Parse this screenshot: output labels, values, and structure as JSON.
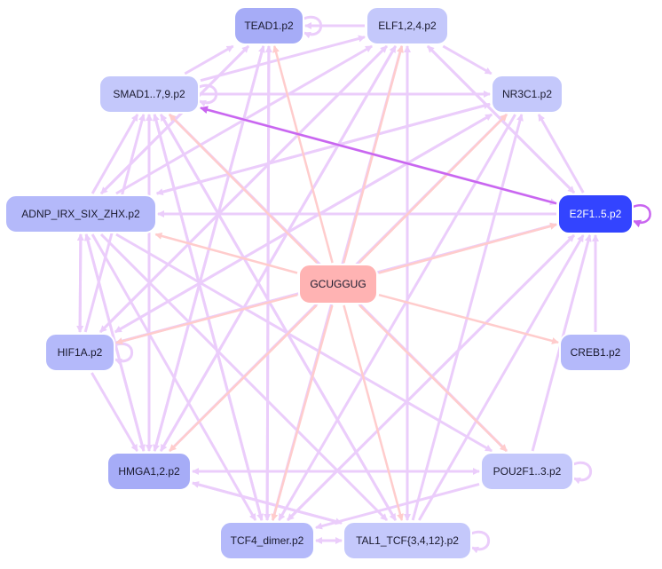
{
  "colors": {
    "center_node": "#ffb3b3",
    "target_node_light": "#c4c8fb",
    "target_node_mid": "#b4b9fa",
    "target_node_dark": "#a6acf7",
    "highlight_node": "#3344ff",
    "edge_regulatory": "#ebcdfb",
    "edge_motif": "#ffcccc",
    "edge_highlight": "#c966f0"
  },
  "nodes": [
    {
      "id": "gcuggug",
      "label": "GCUGGUG",
      "kind": "center"
    },
    {
      "id": "tead1",
      "label": "TEAD1.p2",
      "kind": "dark"
    },
    {
      "id": "elf124",
      "label": "ELF1,2,4.p2",
      "kind": "light"
    },
    {
      "id": "nr3c1",
      "label": "NR3C1.p2",
      "kind": "light"
    },
    {
      "id": "e2f15",
      "label": "E2F1..5.p2",
      "kind": "highlight"
    },
    {
      "id": "creb1",
      "label": "CREB1.p2",
      "kind": "mid"
    },
    {
      "id": "pou2f13",
      "label": "POU2F1..3.p2",
      "kind": "light"
    },
    {
      "id": "tal1",
      "label": "TAL1_TCF{3,4,12}.p2",
      "kind": "light"
    },
    {
      "id": "tcf4",
      "label": "TCF4_dimer.p2",
      "kind": "mid"
    },
    {
      "id": "hmga12",
      "label": "HMGA1,2.p2",
      "kind": "dark"
    },
    {
      "id": "hif1a",
      "label": "HIF1A.p2",
      "kind": "mid"
    },
    {
      "id": "adnp",
      "label": "ADNP_IRX_SIX_ZHX.p2",
      "kind": "mid"
    },
    {
      "id": "smad",
      "label": "SMAD1..7,9.p2",
      "kind": "light"
    }
  ],
  "edges": [
    {
      "from": "gcuggug",
      "to": "tead1",
      "kind": "motif"
    },
    {
      "from": "gcuggug",
      "to": "elf124",
      "kind": "motif"
    },
    {
      "from": "gcuggug",
      "to": "nr3c1",
      "kind": "motif"
    },
    {
      "from": "gcuggug",
      "to": "e2f15",
      "kind": "motif"
    },
    {
      "from": "gcuggug",
      "to": "creb1",
      "kind": "motif"
    },
    {
      "from": "gcuggug",
      "to": "pou2f13",
      "kind": "motif"
    },
    {
      "from": "gcuggug",
      "to": "tal1",
      "kind": "motif"
    },
    {
      "from": "gcuggug",
      "to": "tcf4",
      "kind": "motif"
    },
    {
      "from": "gcuggug",
      "to": "hmga12",
      "kind": "motif"
    },
    {
      "from": "gcuggug",
      "to": "hif1a",
      "kind": "motif"
    },
    {
      "from": "gcuggug",
      "to": "adnp",
      "kind": "motif"
    },
    {
      "from": "gcuggug",
      "to": "smad",
      "kind": "motif"
    },
    {
      "from": "e2f15",
      "to": "smad",
      "kind": "highlight"
    },
    {
      "from": "e2f15",
      "to": "e2f15",
      "kind": "highlight"
    },
    {
      "from": "tead1",
      "to": "tead1",
      "kind": "regulatory"
    },
    {
      "from": "smad",
      "to": "smad",
      "kind": "regulatory"
    },
    {
      "from": "hif1a",
      "to": "hif1a",
      "kind": "regulatory"
    },
    {
      "from": "pou2f13",
      "to": "pou2f13",
      "kind": "regulatory"
    },
    {
      "from": "tal1",
      "to": "tal1",
      "kind": "regulatory"
    },
    {
      "from": "tcf4",
      "to": "tal1",
      "kind": "regulatory"
    },
    {
      "from": "tal1",
      "to": "tcf4",
      "kind": "regulatory"
    },
    {
      "from": "elf124",
      "to": "tead1",
      "kind": "regulatory"
    },
    {
      "from": "smad",
      "to": "tead1",
      "kind": "regulatory"
    },
    {
      "from": "smad",
      "to": "elf124",
      "kind": "regulatory"
    },
    {
      "from": "adnp",
      "to": "smad",
      "kind": "regulatory"
    },
    {
      "from": "adnp",
      "to": "hif1a",
      "kind": "regulatory"
    },
    {
      "from": "adnp",
      "to": "hmga12",
      "kind": "regulatory"
    },
    {
      "from": "adnp",
      "to": "tcf4",
      "kind": "regulatory"
    },
    {
      "from": "adnp",
      "to": "tal1",
      "kind": "regulatory"
    },
    {
      "from": "adnp",
      "to": "pou2f13",
      "kind": "regulatory"
    },
    {
      "from": "adnp",
      "to": "elf124",
      "kind": "regulatory"
    },
    {
      "from": "adnp",
      "to": "tead1",
      "kind": "regulatory"
    },
    {
      "from": "adnp",
      "to": "nr3c1",
      "kind": "regulatory"
    },
    {
      "from": "e2f15",
      "to": "adnp",
      "kind": "regulatory"
    },
    {
      "from": "e2f15",
      "to": "elf124",
      "kind": "regulatory"
    },
    {
      "from": "e2f15",
      "to": "nr3c1",
      "kind": "regulatory"
    },
    {
      "from": "e2f15",
      "to": "hif1a",
      "kind": "regulatory"
    },
    {
      "from": "e2f15",
      "to": "tcf4",
      "kind": "regulatory"
    },
    {
      "from": "creb1",
      "to": "e2f15",
      "kind": "regulatory"
    },
    {
      "from": "pou2f13",
      "to": "e2f15",
      "kind": "regulatory"
    },
    {
      "from": "pou2f13",
      "to": "hmga12",
      "kind": "regulatory"
    },
    {
      "from": "pou2f13",
      "to": "smad",
      "kind": "regulatory"
    },
    {
      "from": "pou2f13",
      "to": "tcf4",
      "kind": "regulatory"
    },
    {
      "from": "tal1",
      "to": "e2f15",
      "kind": "regulatory"
    },
    {
      "from": "tal1",
      "to": "smad",
      "kind": "regulatory"
    },
    {
      "from": "tal1",
      "to": "nr3c1",
      "kind": "regulatory"
    },
    {
      "from": "tal1",
      "to": "elf124",
      "kind": "regulatory"
    },
    {
      "from": "tal1",
      "to": "hmga12",
      "kind": "regulatory"
    },
    {
      "from": "tcf4",
      "to": "e2f15",
      "kind": "regulatory"
    },
    {
      "from": "tcf4",
      "to": "smad",
      "kind": "regulatory"
    },
    {
      "from": "tcf4",
      "to": "elf124",
      "kind": "regulatory"
    },
    {
      "from": "tcf4",
      "to": "tead1",
      "kind": "regulatory"
    },
    {
      "from": "hmga12",
      "to": "smad",
      "kind": "regulatory"
    },
    {
      "from": "hmga12",
      "to": "elf124",
      "kind": "regulatory"
    },
    {
      "from": "hmga12",
      "to": "nr3c1",
      "kind": "regulatory"
    },
    {
      "from": "hmga12",
      "to": "tead1",
      "kind": "regulatory"
    },
    {
      "from": "hif1a",
      "to": "elf124",
      "kind": "regulatory"
    },
    {
      "from": "hif1a",
      "to": "nr3c1",
      "kind": "regulatory"
    },
    {
      "from": "hif1a",
      "to": "e2f15",
      "kind": "regulatory"
    },
    {
      "from": "hif1a",
      "to": "smad",
      "kind": "regulatory"
    },
    {
      "from": "smad",
      "to": "hmga12",
      "kind": "regulatory"
    },
    {
      "from": "smad",
      "to": "tcf4",
      "kind": "regulatory"
    },
    {
      "from": "smad",
      "to": "tal1",
      "kind": "regulatory"
    },
    {
      "from": "smad",
      "to": "e2f15",
      "kind": "regulatory"
    },
    {
      "from": "smad",
      "to": "pou2f13",
      "kind": "regulatory"
    },
    {
      "from": "smad",
      "to": "nr3c1",
      "kind": "regulatory"
    },
    {
      "from": "elf124",
      "to": "nr3c1",
      "kind": "regulatory"
    },
    {
      "from": "elf124",
      "to": "e2f15",
      "kind": "regulatory"
    },
    {
      "from": "elf124",
      "to": "hif1a",
      "kind": "regulatory"
    },
    {
      "from": "elf124",
      "to": "hmga12",
      "kind": "regulatory"
    },
    {
      "from": "elf124",
      "to": "tal1",
      "kind": "regulatory"
    },
    {
      "from": "tead1",
      "to": "hmga12",
      "kind": "regulatory"
    },
    {
      "from": "tead1",
      "to": "tcf4",
      "kind": "regulatory"
    },
    {
      "from": "tead1",
      "to": "adnp",
      "kind": "regulatory"
    },
    {
      "from": "nr3c1",
      "to": "tcf4",
      "kind": "regulatory"
    },
    {
      "from": "nr3c1",
      "to": "adnp",
      "kind": "regulatory"
    },
    {
      "from": "nr3c1",
      "to": "hif1a",
      "kind": "regulatory"
    },
    {
      "from": "hmga12",
      "to": "tal1",
      "kind": "regulatory"
    },
    {
      "from": "hmga12",
      "to": "pou2f13",
      "kind": "regulatory"
    },
    {
      "from": "hmga12",
      "to": "adnp",
      "kind": "regulatory"
    },
    {
      "from": "hif1a",
      "to": "hmga12",
      "kind": "regulatory"
    },
    {
      "from": "hif1a",
      "to": "adnp",
      "kind": "regulatory"
    }
  ]
}
